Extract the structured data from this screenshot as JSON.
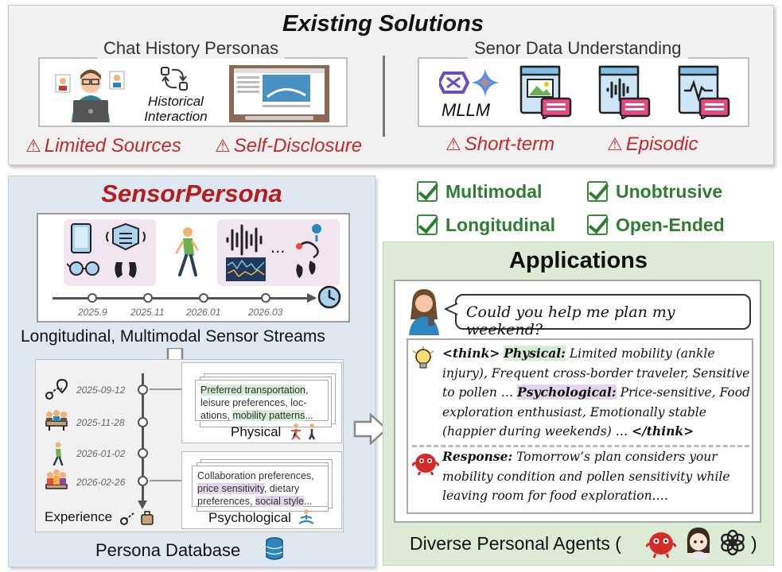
{
  "existing": {
    "title": "Existing Solutions",
    "chat_history": {
      "title": "Chat History Personas",
      "interaction_label_line1": "Historical",
      "interaction_label_line2": "Interaction"
    },
    "sensor_understanding": {
      "title": "Senor Data Understanding",
      "mllm_label": "MLLM"
    },
    "warning_symbol": "⚠",
    "warnings": [
      "Limited Sources",
      "Self-Disclosure",
      "Short-term",
      "Episodic"
    ]
  },
  "sensorpersona": {
    "title": "SensorPersona",
    "timeline_dates": [
      "2025.9",
      "2025.11",
      "2026.01",
      "2026.03"
    ],
    "ellipsis": "...",
    "stream_caption": "Longitudinal, Multimodal Sensor Streams",
    "database": {
      "entries": [
        {
          "date": "2025-09-12"
        },
        {
          "date": "2025-11-28"
        },
        {
          "date": "2026-01-02"
        },
        {
          "date": "2026-02-26"
        }
      ],
      "experience_label": "Experience",
      "physical": {
        "text_1": "Preferred transportation",
        "text_2": ", leisure preferences, loc-ations, ",
        "text_3": "mobility patterns",
        "text_4": "...",
        "label": "Physical"
      },
      "psychological": {
        "text_1": "Collaboration preferences, ",
        "text_2": "price sensitivity",
        "text_3": ", dietary preferences, ",
        "text_4": "social style",
        "text_5": "...",
        "label": "Psychological"
      },
      "caption": "Persona Database"
    }
  },
  "checks": [
    "Multimodal",
    "Unobtrusive",
    "Longitudinal",
    "Open-Ended"
  ],
  "applications": {
    "title": "Applications",
    "user_query": "Could you help me plan my weekend?",
    "think_open": "<think>",
    "physical_tag": "Physical:",
    "physical_text": " Limited mobility (ankle injury), Frequent cross-border traveler, Sensitive to pollen … ",
    "psychological_tag": "Psychological:",
    "psychological_text": " Price-sensitive, Food exploration enthusiast, Emotionally stable (happier during weekends) … ",
    "think_close": "</think>",
    "response_tag": "Response:",
    "response_text": " Tomorrow’s plan considers your mobility condition and pollen sensitivity while leaving room for food exploration.…",
    "agents_label": "Diverse Personal Agents (",
    "agents_close": ")"
  },
  "colors": {
    "warning_red": "#c62828",
    "title_red": "#b71c1c",
    "check_green": "#2e7d32",
    "highlight_green": "#d5ecd5",
    "highlight_purple": "#e4d6ea"
  }
}
